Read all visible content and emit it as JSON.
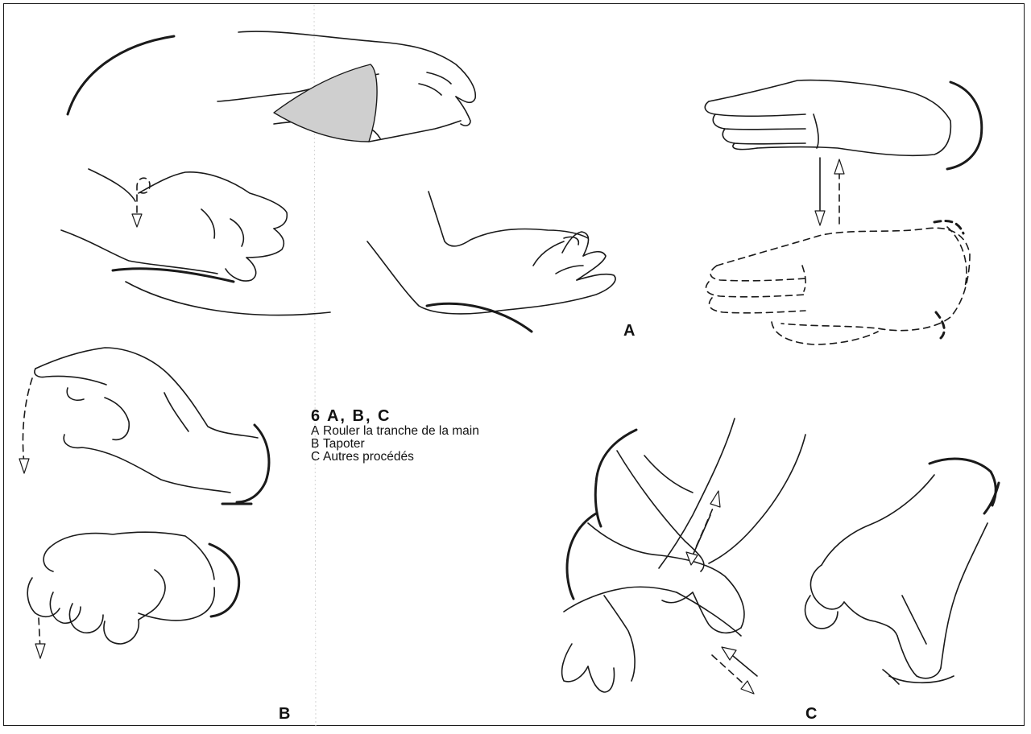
{
  "legend": {
    "title": "6  A,  B,  C",
    "items": [
      {
        "letter": "A",
        "text": "Rouler  la  tranche  de  la  main"
      },
      {
        "letter": "B",
        "text": "Tapoter"
      },
      {
        "letter": "C",
        "text": "Autres procédés"
      }
    ]
  },
  "panel_labels": {
    "a": "A",
    "b": "B",
    "c": "C"
  },
  "colors": {
    "ink": "#1a1a1a",
    "shading": "#cfcfcf",
    "background": "#ffffff"
  }
}
